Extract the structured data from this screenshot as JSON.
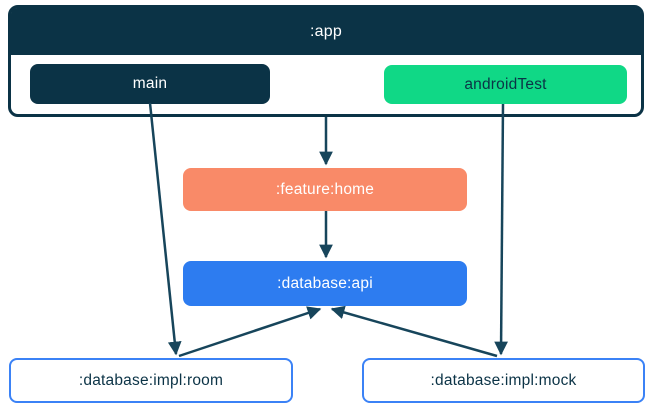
{
  "diagram": {
    "type": "module-dependency-graph",
    "app": {
      "label": ":app",
      "source_sets": [
        {
          "id": "main",
          "label": "main",
          "color": "#0B3346",
          "text_color": "#FFFFFF"
        },
        {
          "id": "androidTest",
          "label": "androidTest",
          "color": "#10D886",
          "text_color": "#0B3346"
        }
      ]
    },
    "nodes": [
      {
        "id": "feature-home",
        "label": ":feature:home",
        "color": "#F98A68",
        "text_color": "#FFFFFF"
      },
      {
        "id": "database-api",
        "label": ":database:api",
        "color": "#2D7CF0",
        "text_color": "#FFFFFF"
      },
      {
        "id": "database-impl-room",
        "label": ":database:impl:room",
        "color": "#FFFFFF",
        "border_color": "#3B82F6",
        "text_color": "#0B3346"
      },
      {
        "id": "database-impl-mock",
        "label": ":database:impl:mock",
        "color": "#FFFFFF",
        "border_color": "#3B82F6",
        "text_color": "#0B3346"
      }
    ],
    "edges": [
      {
        "from": "main",
        "to": ":database:impl:room"
      },
      {
        "from": ":app",
        "to": ":feature:home"
      },
      {
        "from": "androidTest",
        "to": ":database:impl:mock"
      },
      {
        "from": ":feature:home",
        "to": ":database:api"
      },
      {
        "from": ":database:impl:room",
        "to": ":database:api"
      },
      {
        "from": ":database:impl:mock",
        "to": ":database:api"
      }
    ],
    "colors": {
      "navy": "#0B3346",
      "green": "#10D886",
      "coral": "#F98A68",
      "blue": "#2D7CF0",
      "impl_border_blue": "#3B82F6",
      "edge": "#17455B",
      "background": "#FFFFFF"
    }
  }
}
